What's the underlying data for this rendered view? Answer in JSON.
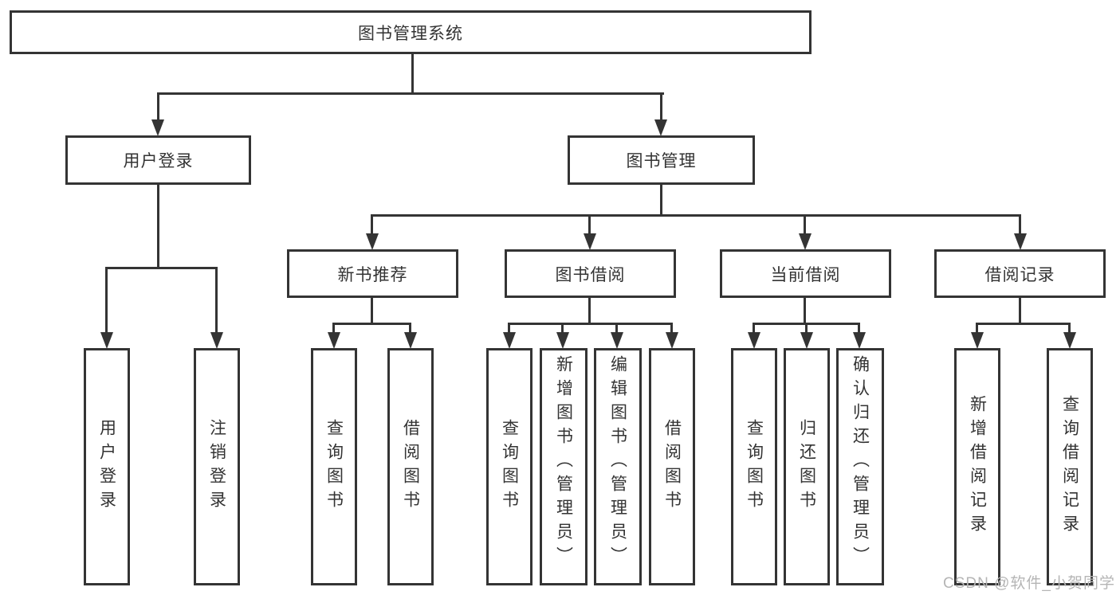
{
  "nodes": {
    "root": "图书管理系统",
    "user_login": "用户登录",
    "book_mgmt": "图书管理",
    "user_login_leaf": "用户登录",
    "logout_leaf": "注销登录",
    "new_book_rec": "新书推荐",
    "book_borrow": "图书借阅",
    "current_borrow": "当前借阅",
    "borrow_record": "借阅记录",
    "nb_query": "查询图书",
    "nb_borrow": "借阅图书",
    "bb_query": "查询图书",
    "bb_add": "新增图书（管理员）",
    "bb_edit": "编辑图书（管理员）",
    "bb_borrow": "借阅图书",
    "cb_query": "查询图书",
    "cb_return": "归还图书",
    "cb_confirm": "确认归还（管理员）",
    "br_add": "新增借阅记录",
    "br_query": "查询借阅记录"
  },
  "watermark": "CSDN @软件_小贺同学",
  "colors": {
    "line": "#343434",
    "text": "#333333",
    "background": "#ffffff",
    "watermark": "#b5b5b5"
  }
}
